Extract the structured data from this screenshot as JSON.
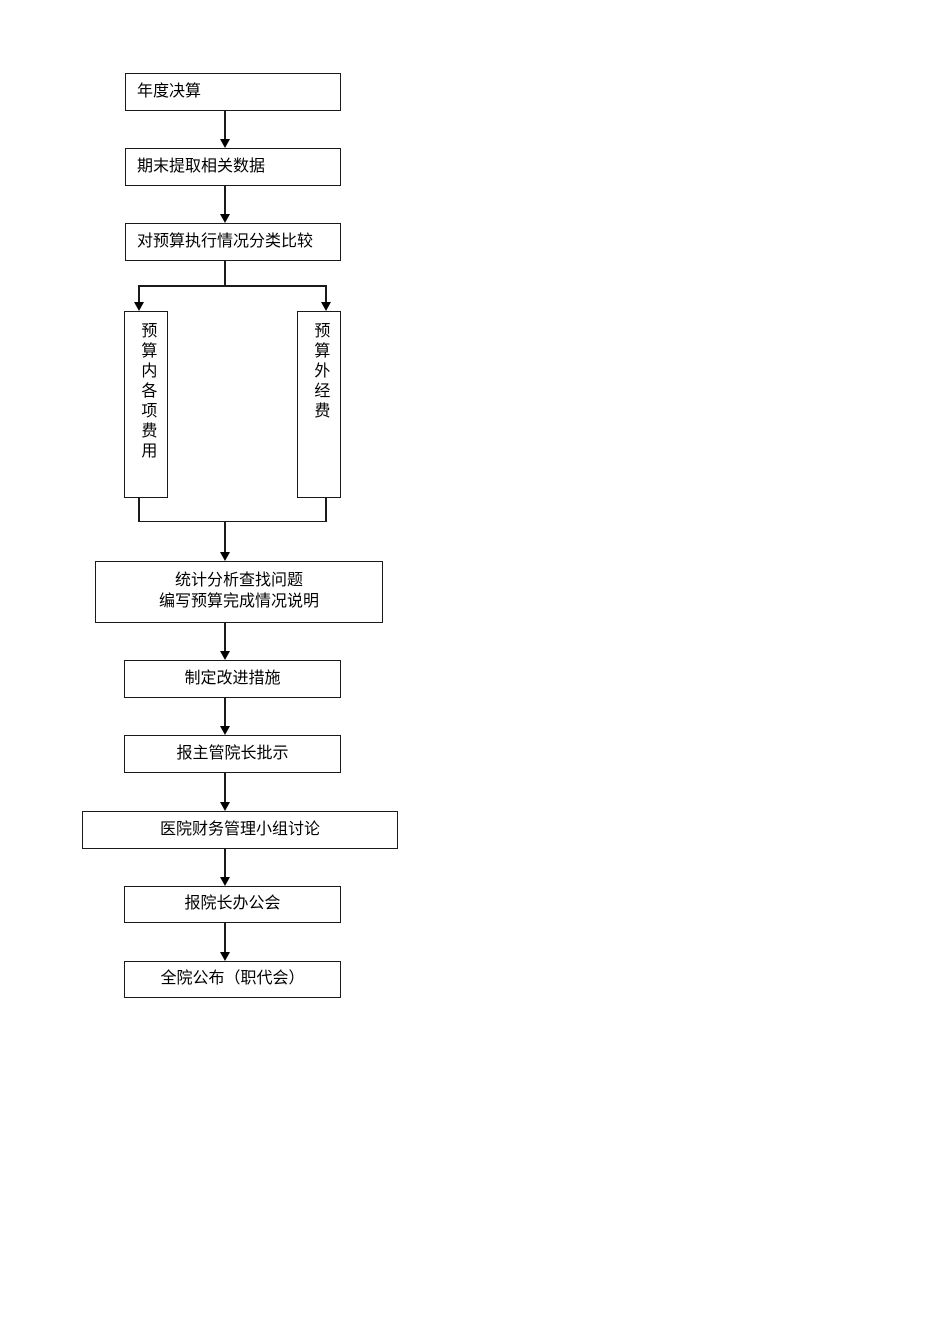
{
  "page": {
    "background_color": "#ffffff",
    "line_color": "#1a1a1a",
    "text_color": "#000000"
  },
  "flowchart": {
    "nodes": {
      "annual": {
        "label": "年度决算"
      },
      "extract": {
        "label": "期末提取相关数据"
      },
      "compare": {
        "label": "对预算执行情况分类比较"
      },
      "budget_within": {
        "label": "预算内各项费用"
      },
      "budget_outside": {
        "label": "预算外经费"
      },
      "analysis": {
        "label": "统计分析查找问题\n编写预算完成情况说明"
      },
      "measures": {
        "label": "制定改进措施"
      },
      "approval": {
        "label": "报主管院长批示"
      },
      "discussion": {
        "label": "医院财务管理小组讨论"
      },
      "meeting": {
        "label": "报院长办公会"
      },
      "announce": {
        "label": "全院公布（职代会）"
      }
    }
  }
}
